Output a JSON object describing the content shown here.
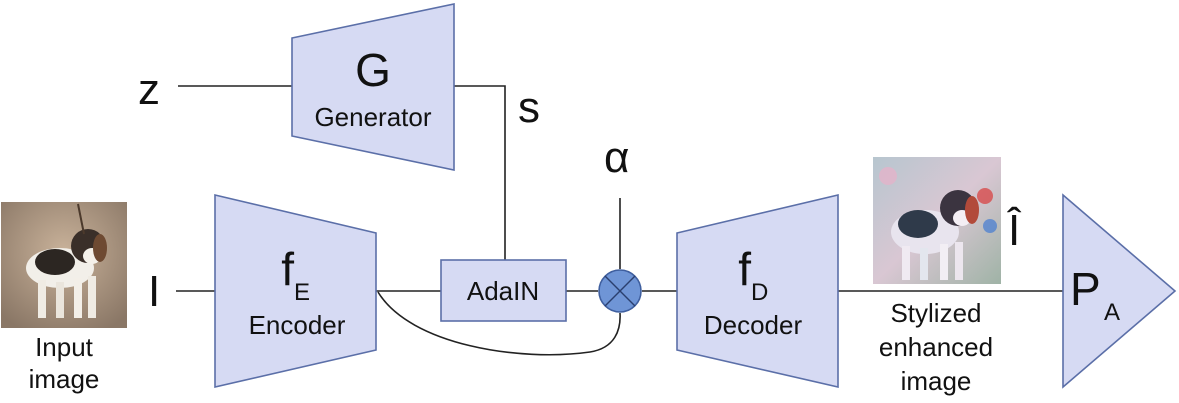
{
  "colors": {
    "block_fill": "#d6daf3",
    "block_stroke": "#5b6fa8",
    "line": "#222222",
    "mixer_fill": "#6f95d6",
    "mixer_stroke": "#3f5f9f"
  },
  "generator": {
    "symbol": "G",
    "name": "Generator"
  },
  "encoder": {
    "symbol": "f",
    "subscript": "E",
    "name": "Encoder"
  },
  "decoder": {
    "symbol": "f",
    "subscript": "D",
    "name": "Decoder"
  },
  "adain": {
    "label": "AdaIN"
  },
  "predictor": {
    "symbol": "P",
    "subscript": "A"
  },
  "signals": {
    "z": "z",
    "s": "s",
    "alpha": "α",
    "input": "I",
    "output": "Î"
  },
  "captions": {
    "input_image": [
      "Input",
      "image"
    ],
    "stylized_image": [
      "Stylized",
      "enhanced",
      "image"
    ]
  },
  "icons": {
    "input_thumbnail": "puppy-photo-icon",
    "output_thumbnail": "stylized-puppy-photo-icon",
    "mixer": "circle-cross-icon"
  }
}
